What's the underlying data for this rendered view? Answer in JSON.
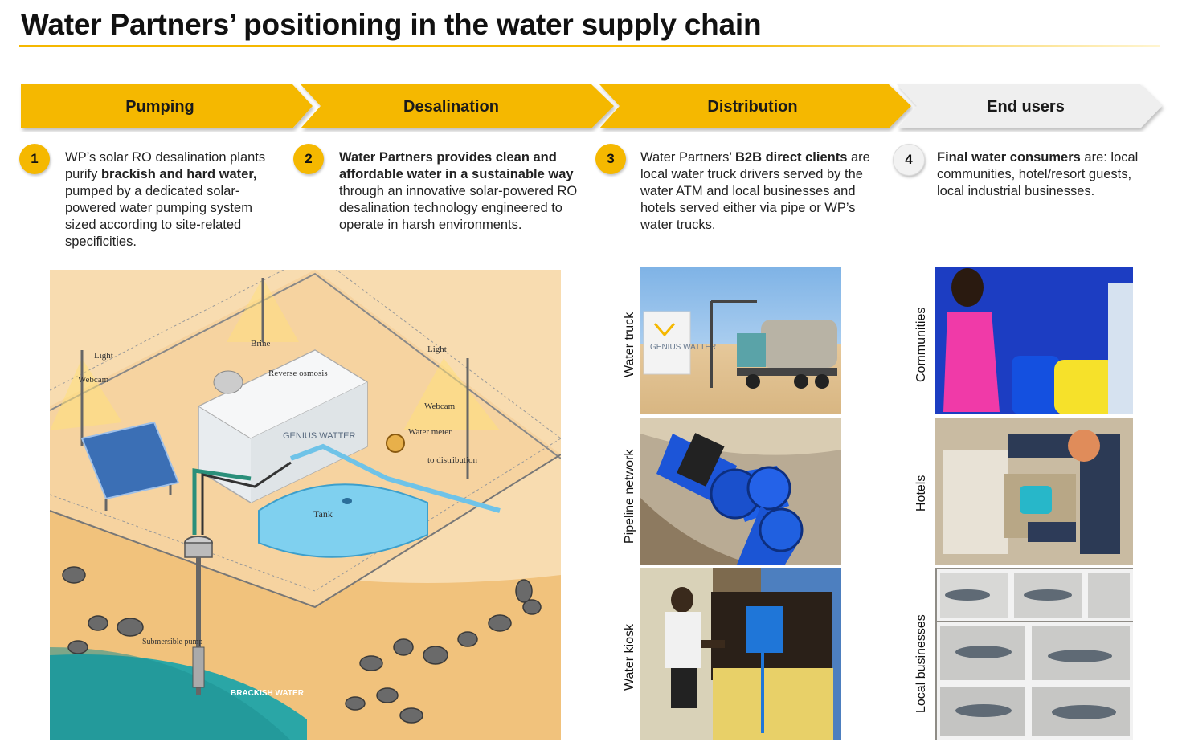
{
  "title": "Water Partners’ positioning in the water supply chain",
  "stages": [
    {
      "label": "Pumping"
    },
    {
      "label": "Desalination"
    },
    {
      "label": "Distribution"
    },
    {
      "label": "End users"
    }
  ],
  "steps": [
    {
      "num": "1",
      "parts": [
        "WP’s solar RO desalination plants purify ",
        "brackish and hard water,",
        " pumped by a dedicated solar-powered water pumping system sized according to site-related specificities."
      ]
    },
    {
      "num": "2",
      "parts": [
        "Water Partners provides clean and affordable water in a sustainable way",
        " through an innovative solar-powered RO desalination technology engineered to operate in harsh environments."
      ]
    },
    {
      "num": "3",
      "parts": [
        "Water Partners’ ",
        "B2B direct clients",
        " are local water truck drivers served by the water ATM and local businesses and hotels served either via pipe or WP’s water trucks."
      ]
    },
    {
      "num": "4",
      "parts": [
        "Final water consumers",
        " are: local communities, hotel/resort guests, local industrial businesses."
      ]
    }
  ],
  "diagram_labels": {
    "light_left": "Light",
    "light_right": "Light",
    "webcam_left": "Webcam",
    "webcam_right": "Webcam",
    "brine": "Brine",
    "reverse_osmosis": "Reverse osmosis",
    "genius_watter": "GENIUS WATTER",
    "water_meter": "Water meter",
    "to_distribution": "to distribution",
    "tank": "Tank",
    "submersible_pump": "Submersible pump",
    "brackish_water": "BRACKISH WATER"
  },
  "distribution_photos": [
    "Water truck",
    "Pipeline network",
    "Water kiosk"
  ],
  "genius_sign": "GENIUS WATTER",
  "enduser_photos": [
    "Communities",
    "Hotels",
    "Local businesses"
  ],
  "colors": {
    "accent": "#f5b800",
    "end_chevron": "#efefef"
  }
}
